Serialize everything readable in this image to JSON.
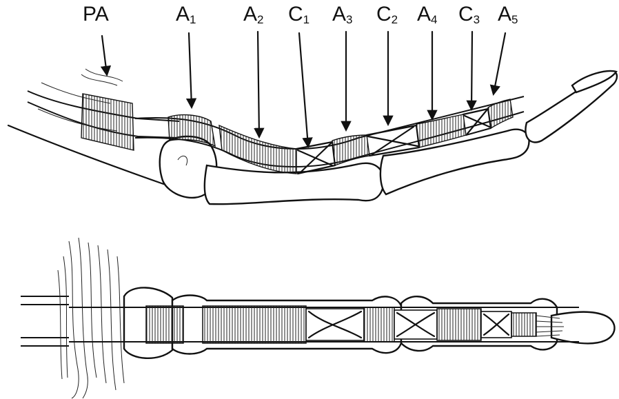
{
  "pulleys": [
    {
      "id": "PA",
      "main": "PA",
      "sub": ""
    },
    {
      "id": "A1",
      "main": "A",
      "sub": "1"
    },
    {
      "id": "A2",
      "main": "A",
      "sub": "2"
    },
    {
      "id": "C1",
      "main": "C",
      "sub": "1"
    },
    {
      "id": "A3",
      "main": "A",
      "sub": "3"
    },
    {
      "id": "C2",
      "main": "C",
      "sub": "2"
    },
    {
      "id": "A4",
      "main": "A",
      "sub": "4"
    },
    {
      "id": "C3",
      "main": "C",
      "sub": "3"
    },
    {
      "id": "A5",
      "main": "A",
      "sub": "5"
    }
  ]
}
